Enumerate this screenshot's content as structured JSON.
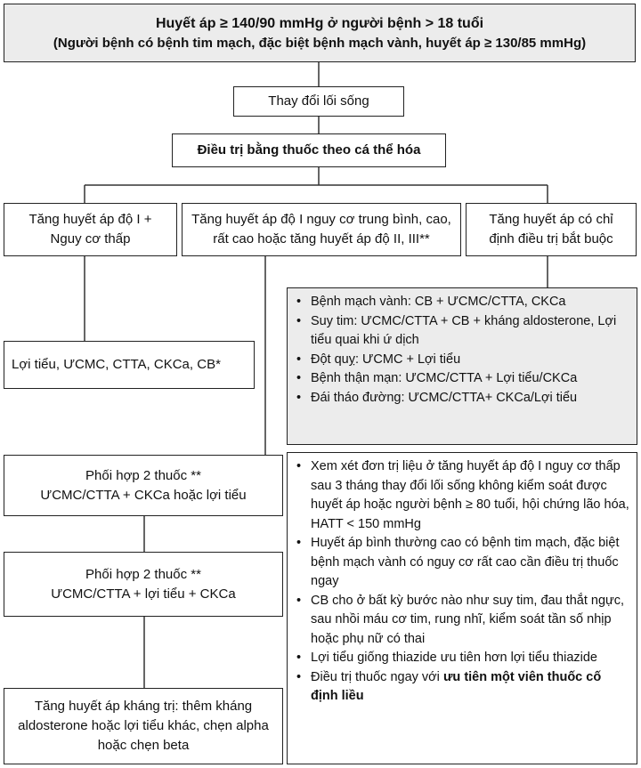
{
  "top": {
    "line1": "Huyết áp ≥ 140/90 mmHg ở người bệnh > 18 tuổi",
    "line2": "(Người bệnh có bệnh tim mạch, đặc biệt bệnh mạch vành, huyết áp ≥ 130/85 mmHg)"
  },
  "lifestyle": "Thay đổi lối sống",
  "individualized": "Điều trị bằng thuốc theo cá thể hóa",
  "branches": {
    "left": "Tăng huyết áp độ I + Nguy cơ thấp",
    "middle": "Tăng huyết áp độ I nguy cơ trung bình, cao, rất cao hoặc tăng huyết áp độ II, III**",
    "right": "Tăng huyết áp có chỉ định điều trị bắt buộc"
  },
  "monotherapy": "Lợi tiểu, ƯCMC, CTTA, CKCa, CB*",
  "combo1": {
    "title": "Phối hợp 2 thuốc **",
    "detail": "ƯCMC/CTTA + CKCa hoặc lợi tiểu"
  },
  "combo2": {
    "title": "Phối hợp 2 thuốc **",
    "detail": "ƯCMC/CTTA + lợi tiểu + CKCa"
  },
  "resistant": "Tăng huyết áp kháng trị: thêm kháng aldosterone hoặc lợi tiểu khác, chẹn alpha hoặc chẹn beta",
  "indications": [
    "Bệnh mạch vành: CB + ƯCMC/CTTA, CKCa",
    "Suy tim: ƯCMC/CTTA + CB + kháng aldosterone, Lợi tiểu quai khi ứ dịch",
    "Đột quỵ: ƯCMC + Lợi tiểu",
    "Bệnh thận mạn: ƯCMC/CTTA + Lợi tiểu/CKCa",
    "Đái tháo đường: ƯCMC/CTTA+ CKCa/Lợi tiểu"
  ],
  "notes": [
    "Xem xét đơn trị liệu ở tăng huyết áp độ I nguy cơ thấp sau 3 tháng thay đổi lối sống không kiểm soát được huyết áp hoặc người bệnh ≥ 80 tuổi, hội chứng lão hóa, HATT < 150 mmHg",
    "Huyết áp bình thường cao có bệnh tim mạch, đặc biệt bệnh mạch vành có nguy cơ rất cao cần điều trị thuốc ngay",
    "CB cho ở bất kỳ bước nào như suy tim, đau thắt ngực, sau nhồi máu cơ tim, rung nhĩ, kiểm soát tần số nhịp hoặc phụ nữ có thai",
    "Lợi tiểu giống thiazide ưu tiên hơn lợi tiểu thiazide"
  ],
  "last_note": {
    "prefix": "Điều trị thuốc ngay với ",
    "emphasis": "ưu tiên một viên thuốc cố định liều"
  }
}
